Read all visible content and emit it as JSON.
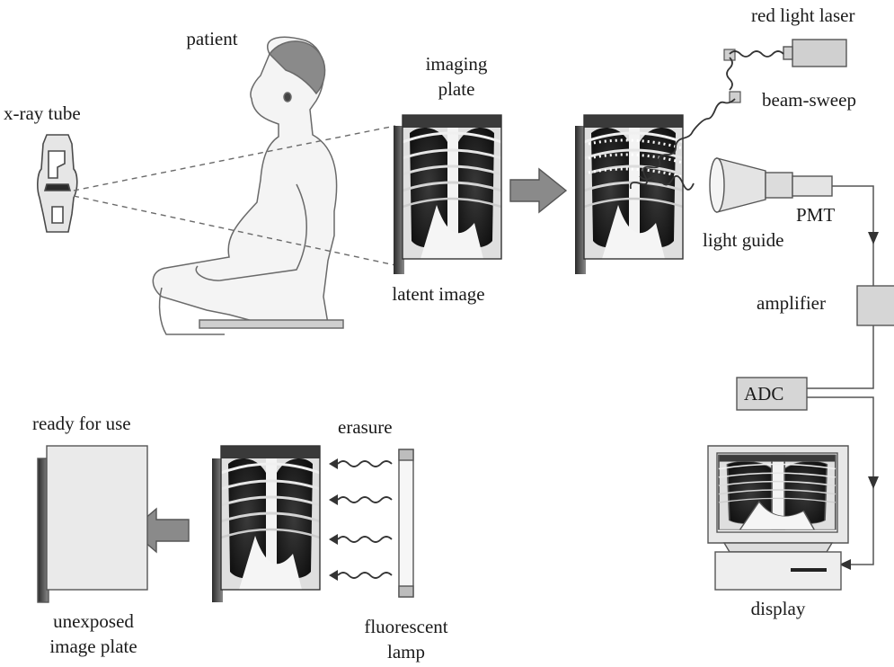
{
  "labels": {
    "patient": "patient",
    "xray_tube": "x-ray tube",
    "imaging_plate_line1": "imaging",
    "imaging_plate_line2": "plate",
    "latent_image": "latent image",
    "red_light_laser": "red light laser",
    "beam_sweep": "beam-sweep",
    "pmt": "PMT",
    "light_guide": "light guide",
    "amplifier": "amplifier",
    "adc": "ADC",
    "display": "display",
    "ready_for_use": "ready for use",
    "erasure": "erasure",
    "unexposed_line1": "unexposed",
    "unexposed_line2": "image plate",
    "fluorescent_line1": "fluorescent",
    "fluorescent_line2": "lamp"
  },
  "colors": {
    "line": "#555555",
    "box_fill": "#d6d6d6",
    "arrow_fill": "#8a8a8a",
    "xray_dark": "#1f1f1f",
    "xray_light": "#e9e9e9"
  }
}
